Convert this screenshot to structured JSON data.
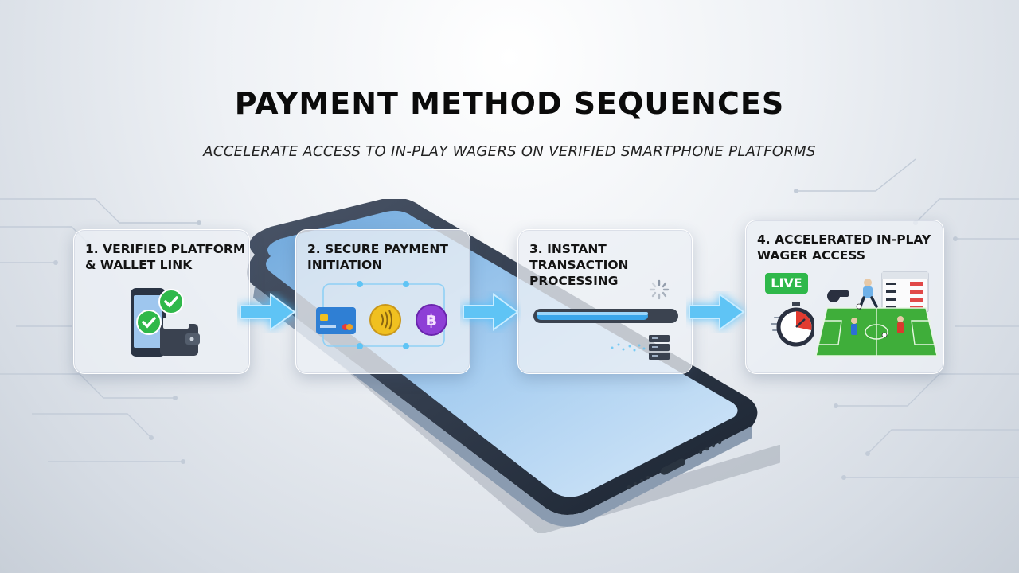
{
  "title": "PAYMENT METHOD SEQUENCES",
  "subtitle": "ACCELERATE ACCESS TO IN-PLAY WAGERS ON VERIFIED SMARTPHONE PLATFORMS",
  "steps": [
    {
      "label": "1. VERIFIED PLATFORM\n    & WALLET LINK"
    },
    {
      "label": "2. SECURE PAYMENT\n    INITIATION"
    },
    {
      "label": "3. INSTANT\n    TRANSACTION\n    PROCESSING"
    },
    {
      "label": "4. ACCELERATED IN-PLAY\n    WAGER ACCESS"
    }
  ],
  "live_badge": "LIVE",
  "colors": {
    "arrow": "#5fc4f5",
    "check": "#2fb84a",
    "live": "#2fb84a",
    "card_blue": "#2f7fd4",
    "coin_gold": "#f0c020",
    "coin_purple": "#8e3fd6",
    "progress": "#3aa6ea",
    "pitch": "#3fae3a"
  },
  "icons": [
    "smartphone-icon",
    "check-icon",
    "wallet-icon",
    "credit-card-icon",
    "contactless-coin-icon",
    "bitcoin-icon",
    "spinner-icon",
    "progress-bar",
    "server-icon",
    "stopwatch-icon",
    "whistle-icon",
    "football-pitch",
    "odds-board"
  ]
}
